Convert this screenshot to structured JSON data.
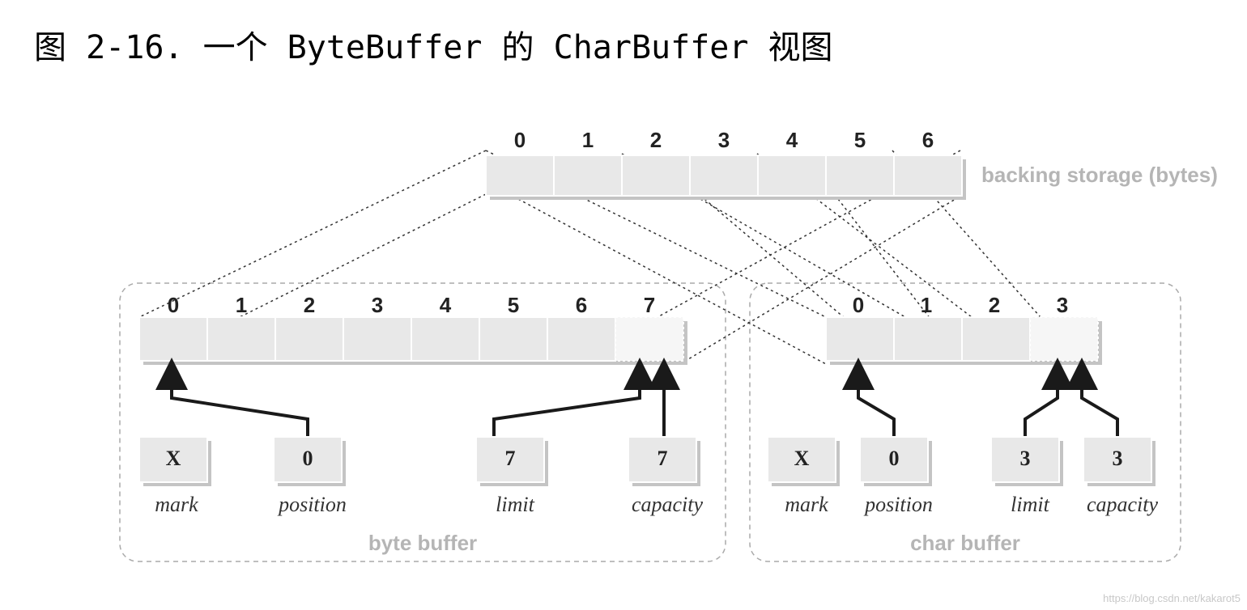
{
  "title": "图 2-16. 一个 ByteBuffer 的 CharBuffer 视图",
  "backing": {
    "label": "backing storage (bytes)",
    "indices": [
      "0",
      "1",
      "2",
      "3",
      "4",
      "5",
      "6"
    ]
  },
  "byte_buffer": {
    "label": "byte buffer",
    "indices": [
      "0",
      "1",
      "2",
      "3",
      "4",
      "5",
      "6",
      "7"
    ],
    "mark": {
      "value": "X",
      "label": "mark"
    },
    "position": {
      "value": "0",
      "label": "position"
    },
    "limit": {
      "value": "7",
      "label": "limit"
    },
    "capacity": {
      "value": "7",
      "label": "capacity"
    }
  },
  "char_buffer": {
    "label": "char buffer",
    "indices": [
      "0",
      "1",
      "2",
      "3"
    ],
    "mark": {
      "value": "X",
      "label": "mark"
    },
    "position": {
      "value": "0",
      "label": "position"
    },
    "limit": {
      "value": "3",
      "label": "limit"
    },
    "capacity": {
      "value": "3",
      "label": "capacity"
    }
  },
  "watermark": "https://blog.csdn.net/kakarot5",
  "colors": {
    "cell": "#e8e8e8",
    "cell_shadow": "#c4c4c4",
    "arrow": "#1a1a1a",
    "dashed": "#aaaaaa"
  }
}
